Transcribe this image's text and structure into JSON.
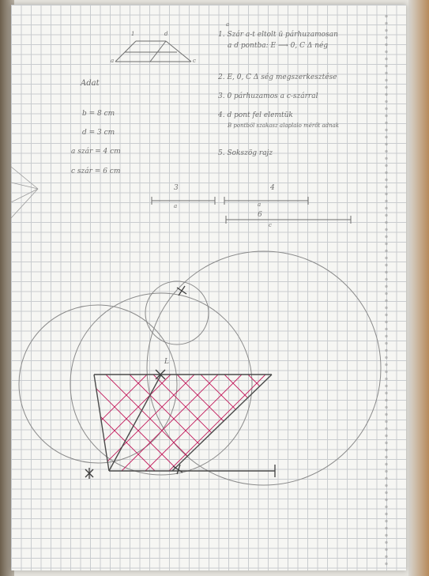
{
  "notes": {
    "title_label": "Adat",
    "given": [
      {
        "text": "b = 8 cm"
      },
      {
        "text": "d = 3 cm"
      },
      {
        "text": "a szár = 4 cm"
      },
      {
        "text": "c szár = 6 cm"
      }
    ],
    "steps": [
      {
        "text": "1. Szár a-t eltolt ü párhuzamosan"
      },
      {
        "text": "a d pontba: E ⟶ 0, C Δ nég"
      },
      {
        "text": "2. E, 0, C Δ ség megszerkesztése"
      },
      {
        "text": "3. 0 párhuzamos a c-szárral"
      },
      {
        "text": "4. d pont fel elemtük"
      },
      {
        "text": "B pontból szakasz alaplalo mérőt adnak"
      },
      {
        "text": "5. Sokszög rajz"
      }
    ],
    "step_superscript": "a"
  },
  "sketch": {
    "top_labels": [
      "1",
      "d"
    ],
    "bottom_labels": [
      "a",
      "c"
    ]
  },
  "segments": {
    "a_value": "3",
    "a_label": "a",
    "b_value": "4",
    "b_label": "a",
    "c_value": "6",
    "c_label": "c"
  },
  "construction": {
    "point_label": "L"
  },
  "colors": {
    "pencil": "#6d6d6d",
    "hatch": "#c2185b",
    "paper": "#f6f6f3",
    "grid": "#c9cccf"
  }
}
